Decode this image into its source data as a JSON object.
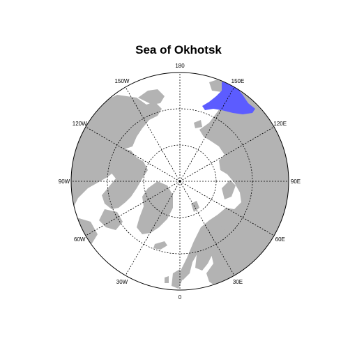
{
  "map": {
    "title": "Sea of Okhotsk",
    "projection": "north-polar-stereographic",
    "highlight_region": "Sea of Okhotsk",
    "colors": {
      "land": "#b3b3b3",
      "ocean": "#ffffff",
      "highlight": "#5c5cff",
      "grid": "#000000"
    },
    "meridian_labels": [
      {
        "name": "lon-180",
        "text": "180",
        "lon": 180
      },
      {
        "name": "lon-150e",
        "text": "150E",
        "lon": 150
      },
      {
        "name": "lon-120e",
        "text": "120E",
        "lon": 120
      },
      {
        "name": "lon-90e",
        "text": "90E",
        "lon": 90
      },
      {
        "name": "lon-60e",
        "text": "60E",
        "lon": 60
      },
      {
        "name": "lon-30e",
        "text": "30E",
        "lon": 30
      },
      {
        "name": "lon-0",
        "text": "0",
        "lon": 0
      },
      {
        "name": "lon-30w",
        "text": "30W",
        "lon": -30
      },
      {
        "name": "lon-60w",
        "text": "60W",
        "lon": -60
      },
      {
        "name": "lon-90w",
        "text": "90W",
        "lon": -90
      },
      {
        "name": "lon-120w",
        "text": "120W",
        "lon": -120
      },
      {
        "name": "lon-150w",
        "text": "150W",
        "lon": -150
      }
    ],
    "latitude_circles": [
      80,
      70,
      60
    ]
  }
}
